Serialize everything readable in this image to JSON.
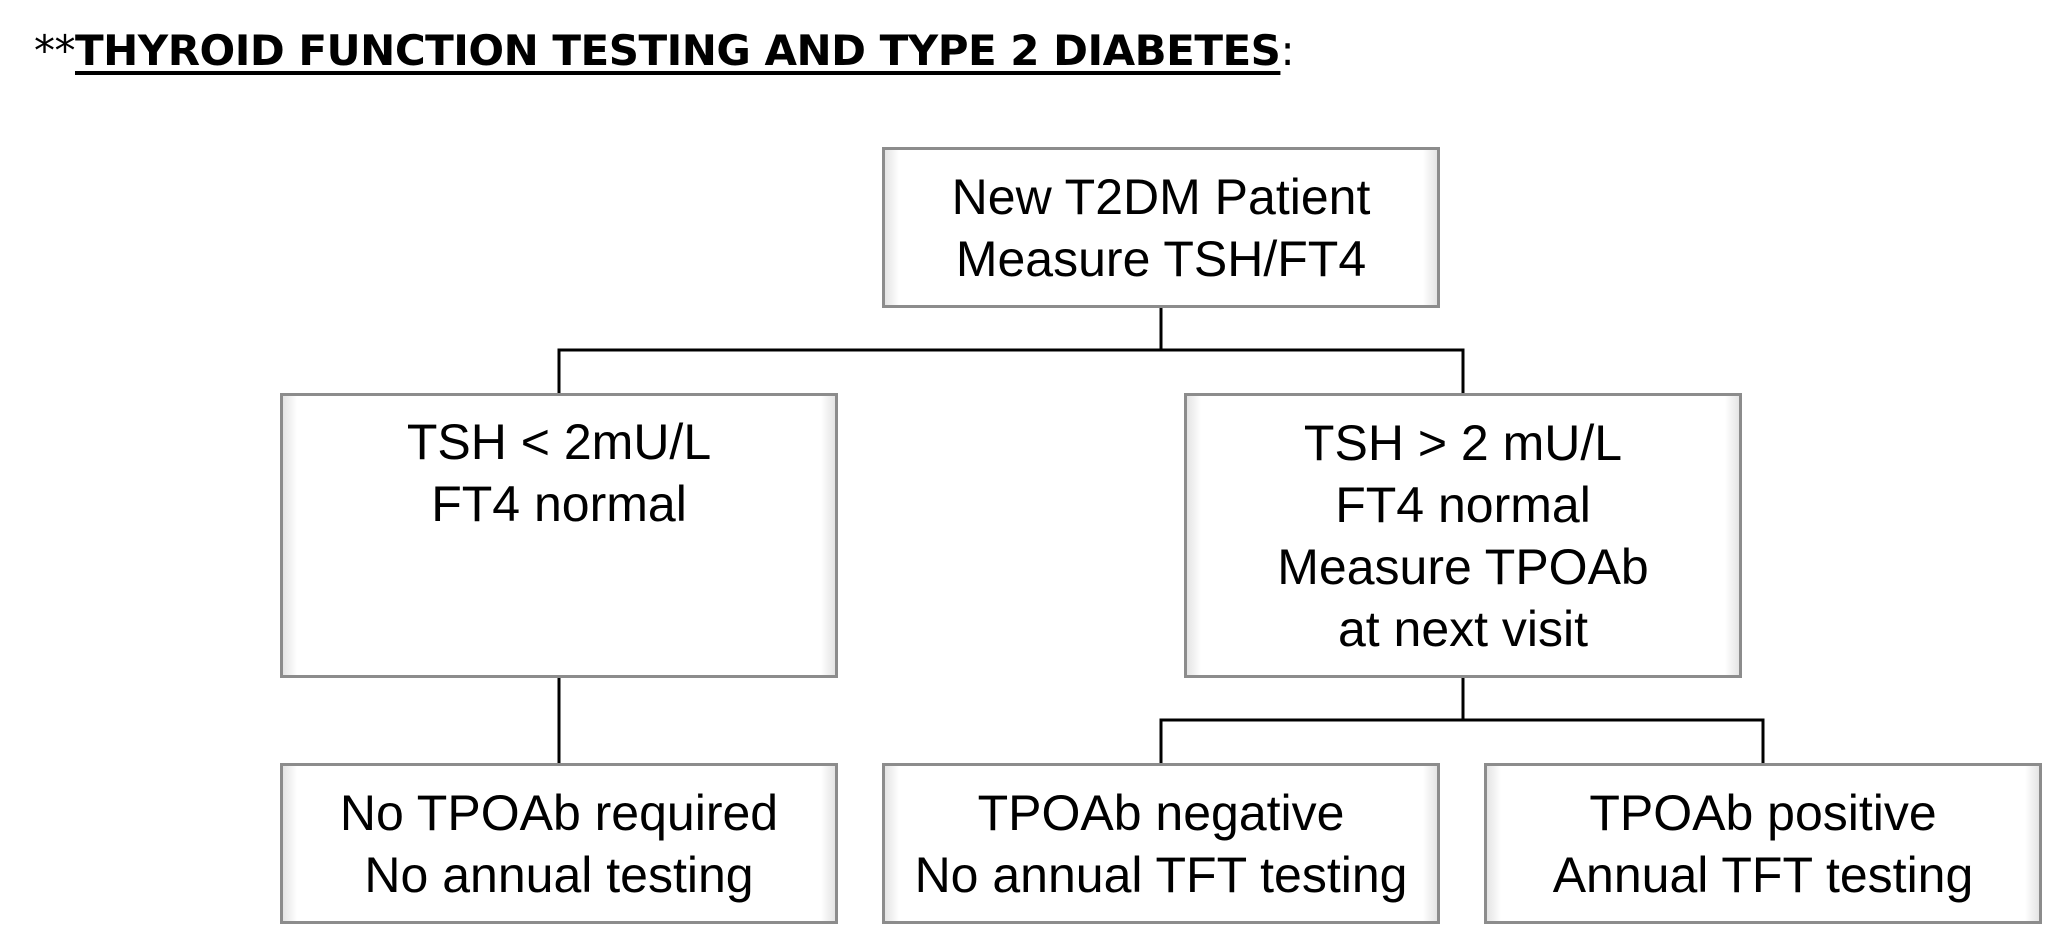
{
  "title": {
    "prefix": "**",
    "main": "THYROID FUNCTION TESTING AND TYPE 2 DIABETES",
    "suffix": ":"
  },
  "nodes": {
    "start": {
      "line1": "New T2DM Patient",
      "line2": "Measure TSH/FT4"
    },
    "tsh_low": {
      "line1": "TSH < 2mU/L",
      "line2": "FT4 normal"
    },
    "tsh_high": {
      "line1": "TSH > 2 mU/L",
      "line2": "FT4 normal",
      "line3": "Measure TPOAb",
      "line4": "at next visit"
    },
    "no_tpoab": {
      "line1": "No TPOAb required",
      "line2": "No annual testing"
    },
    "tpoab_negative": {
      "line1": "TPOAb negative",
      "line2": "No annual TFT testing"
    },
    "tpoab_positive": {
      "line1": "TPOAb positive",
      "line2": "Annual TFT testing"
    }
  },
  "edges": [
    [
      "start",
      "tsh_low"
    ],
    [
      "start",
      "tsh_high"
    ],
    [
      "tsh_low",
      "no_tpoab"
    ],
    [
      "tsh_high",
      "tpoab_negative"
    ],
    [
      "tsh_high",
      "tpoab_positive"
    ]
  ],
  "colors": {
    "box_border": "#8c8c8c",
    "connector": "#000000",
    "text": "#000000"
  }
}
